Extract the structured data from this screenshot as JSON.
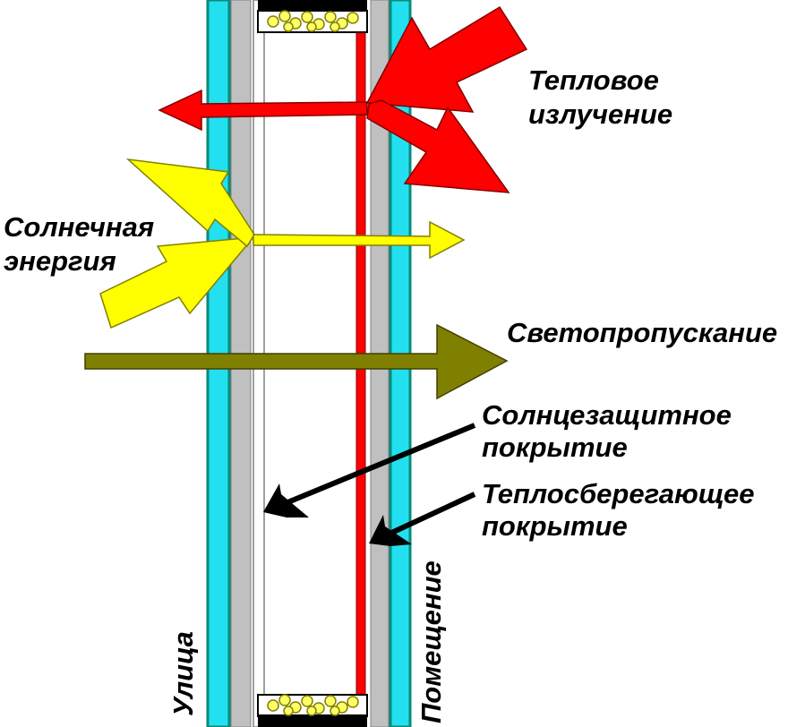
{
  "labels": {
    "thermal_radiation": [
      "Тепловое",
      "излучение"
    ],
    "solar_energy": [
      "Солнечная",
      "энергия"
    ],
    "light_transmission": "Светопропускание",
    "solar_control_coating": [
      "Солнцезащитное",
      "покрытие"
    ],
    "low_e_coating": [
      "Теплосберегающее",
      "покрытие"
    ],
    "outside": "Улица",
    "inside": "Помещение"
  },
  "colors": {
    "glass_edge": "#0a8a7a",
    "glass_fill": "#22e0f0",
    "pane_grey": "#c0c0c0",
    "heat_red": "#ff0000",
    "solar_yellow": "#ffff00",
    "light_olive": "#808000",
    "spacer_black": "#000000",
    "desiccant_yellow": "#ffff66"
  }
}
